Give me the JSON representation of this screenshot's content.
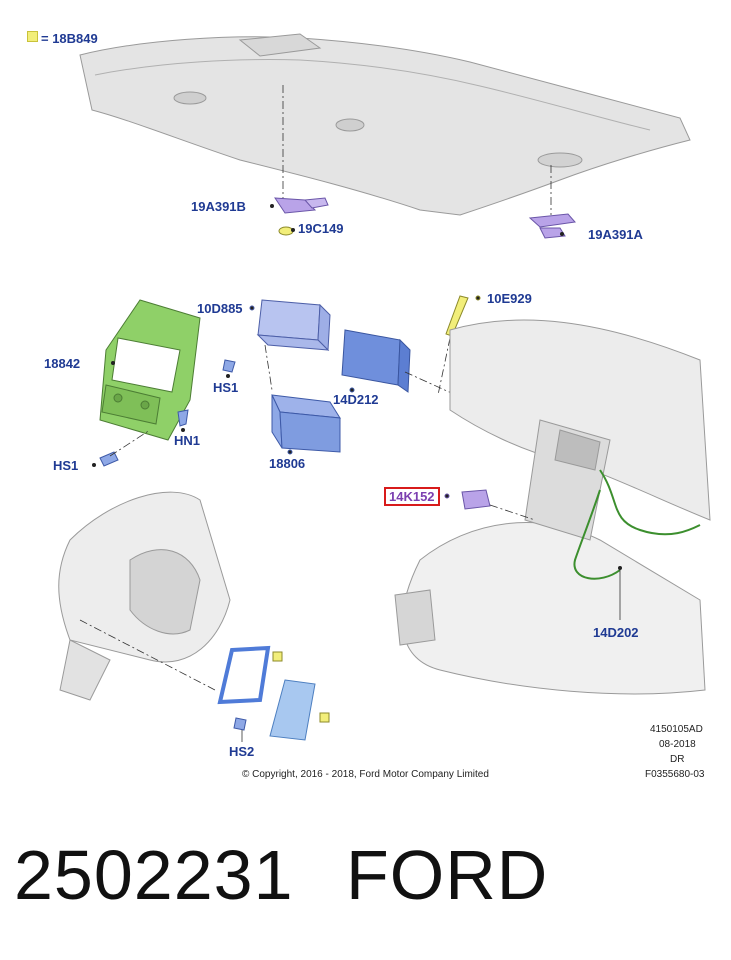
{
  "legend": {
    "symbol_label": "= 18B849",
    "swatch_color": "#f2ee7a"
  },
  "callouts": {
    "c_19A391B": "19A391B",
    "c_19C149": "19C149",
    "c_19A391A": "19A391A",
    "c_10D885": "10D885",
    "c_10E929": "10E929",
    "c_18842": "18842",
    "c_HS1_a": "HS1",
    "c_HN1": "HN1",
    "c_HS1_b": "HS1",
    "c_14D212": "14D212",
    "c_18806": "18806",
    "c_14K152": "14K152",
    "c_14D202": "14D202",
    "c_HS2": "HS2"
  },
  "meta": {
    "line1": "4150105AD",
    "line2": "08-2018",
    "line3": "DR",
    "line4": "F0355680-03"
  },
  "copyright": "© Copyright, 2016 - 2018, Ford Motor Company Limited",
  "footer": {
    "part_number": "2502231",
    "brand": "FORD"
  },
  "colors": {
    "callout_text": "#1f3a93",
    "highlight_box": "#d81b1b",
    "headliner_gray": "#e3e3e3",
    "bezel_green": "#8fd068",
    "module_blue": "#8ea8e6",
    "module_purple": "#b9a3e8",
    "harness_green": "#3c8f2e"
  }
}
